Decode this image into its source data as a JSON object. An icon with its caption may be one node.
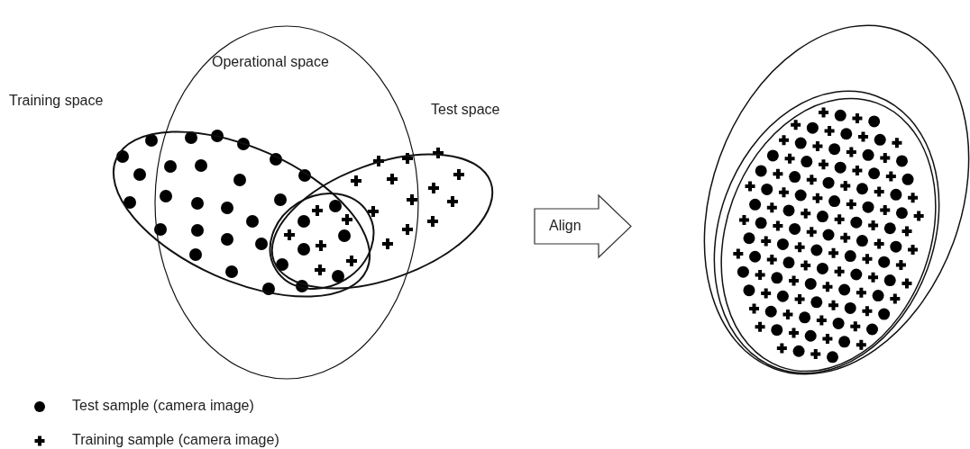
{
  "diagram": {
    "nodes": [
      {
        "text": [
          "Operational space"
        ]
      },
      {
        "text": [
          "Training space"
        ]
      },
      {
        "text": [
          "Test space"
        ]
      },
      {
        "text": [],
        "shape": "ellipse"
      },
      {
        "text": [
          "Align"
        ]
      },
      {
        "text": [],
        "shape": "ellipse"
      },
      {
        "text": [],
        "shape": "ellipse",
        "in": 5
      },
      {
        "text": [],
        "shape": "ellipse",
        "in": 6
      }
    ],
    "legend": [
      {
        "text": "Test sample (camera image)"
      },
      {
        "text": "Training sample (camera image)"
      }
    ]
  }
}
